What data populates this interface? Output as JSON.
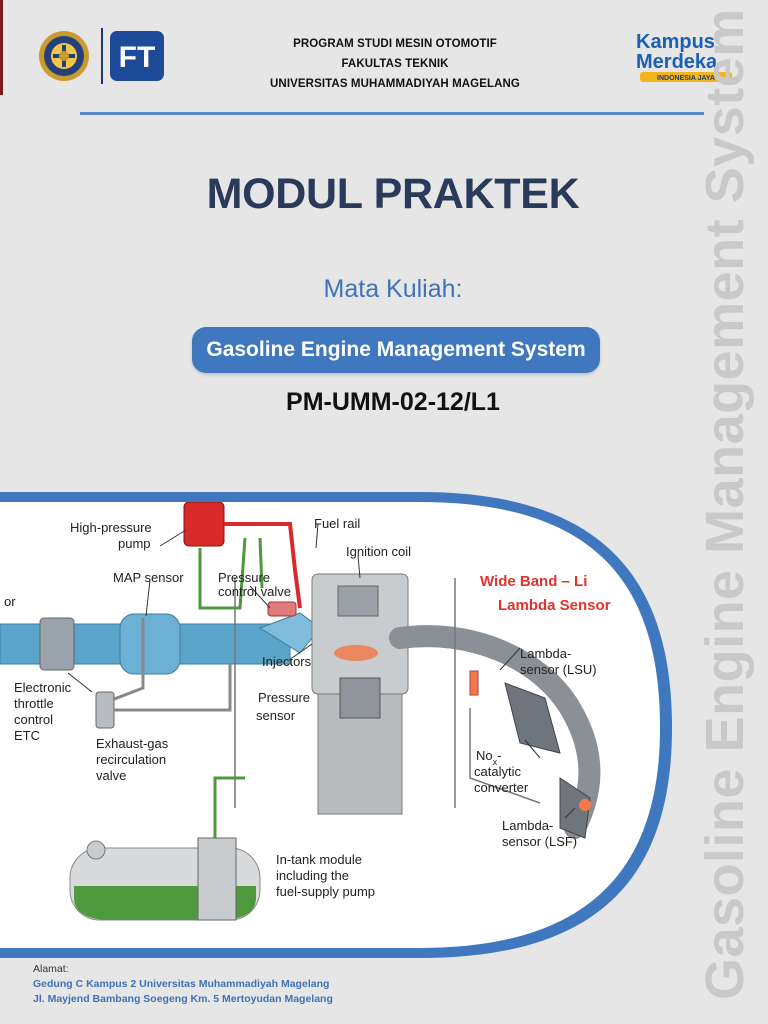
{
  "header": {
    "line1": "PROGRAM STUDI MESIN OTOMOTIF",
    "line2": "FAKULTAS TEKNIK",
    "line3": "UNIVERSITAS MUHAMMADIYAH MAGELANG",
    "ft_logo_text": "FT",
    "km_logo": {
      "line1": "Kampus",
      "line2": "Merdeka",
      "tagline": "INDONESIA JAYA"
    }
  },
  "title": "MODUL PRAKTEK",
  "course_label": "Mata Kuliah:",
  "course_name": "Gasoline Engine Management System",
  "document_code": "PM-UMM-02-12/L1",
  "vertical_title": "Gasoline Engine Management System",
  "diagram": {
    "labels": {
      "high_pressure_pump": [
        "High-pressure",
        "pump"
      ],
      "fuel_rail": "Fuel rail",
      "ignition_coil": "Ignition coil",
      "map_sensor": "MAP sensor",
      "pressure_control_valve": [
        "Pressure",
        "control valve"
      ],
      "or_fragment": "or",
      "wide_band": [
        "Wide Band – Li",
        "Lambda Sensor"
      ],
      "lambda_lsu": [
        "Lambda-",
        "sensor (LSU)"
      ],
      "etc": [
        "Electronic",
        "throttle",
        "control",
        "ETC"
      ],
      "injectors": [
        "Injectors",
        "Pressure",
        "sensor"
      ],
      "egr": [
        "Exhaust-gas",
        "recirculation",
        "valve"
      ],
      "nox": [
        "No",
        "catalytic",
        "converter"
      ],
      "nox_sub": "x",
      "lambda_lsf": [
        "Lambda-",
        "sensor (LSF)"
      ],
      "in_tank": [
        "In-tank module",
        "including the",
        "fuel-supply pump"
      ]
    }
  },
  "address": {
    "label": "Alamat:",
    "line1": "Gedung C Kampus 2 Universitas Muhammadiyah Magelang",
    "line2": "Jl. Mayjend Bambang Soegeng Km. 5 Mertoyudan Magelang"
  },
  "colors": {
    "accent_blue": "#3f78be",
    "title_navy": "#2a3a5a",
    "wide_band_red": "#e0332c",
    "page_bg": "#e6e6e6"
  }
}
